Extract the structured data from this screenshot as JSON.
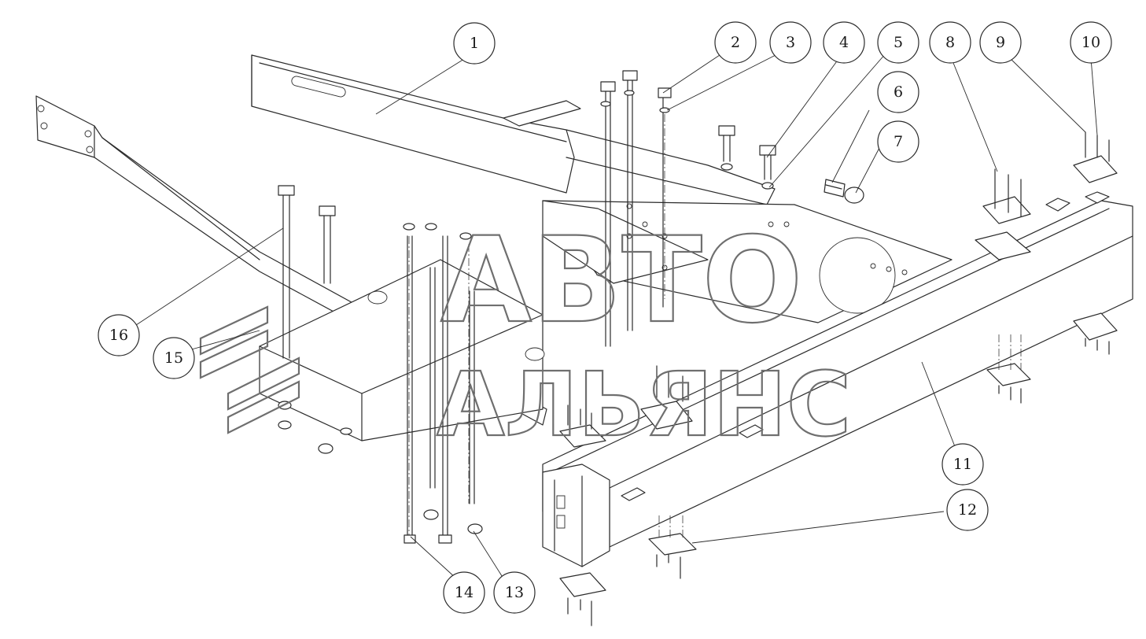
{
  "diagram": {
    "callouts": [
      "1",
      "2",
      "3",
      "4",
      "5",
      "6",
      "7",
      "8",
      "9",
      "10",
      "11",
      "12",
      "13",
      "14",
      "15",
      "16"
    ]
  },
  "watermark": {
    "line1": "АВТО",
    "line2": "АЛЬЯНС"
  }
}
